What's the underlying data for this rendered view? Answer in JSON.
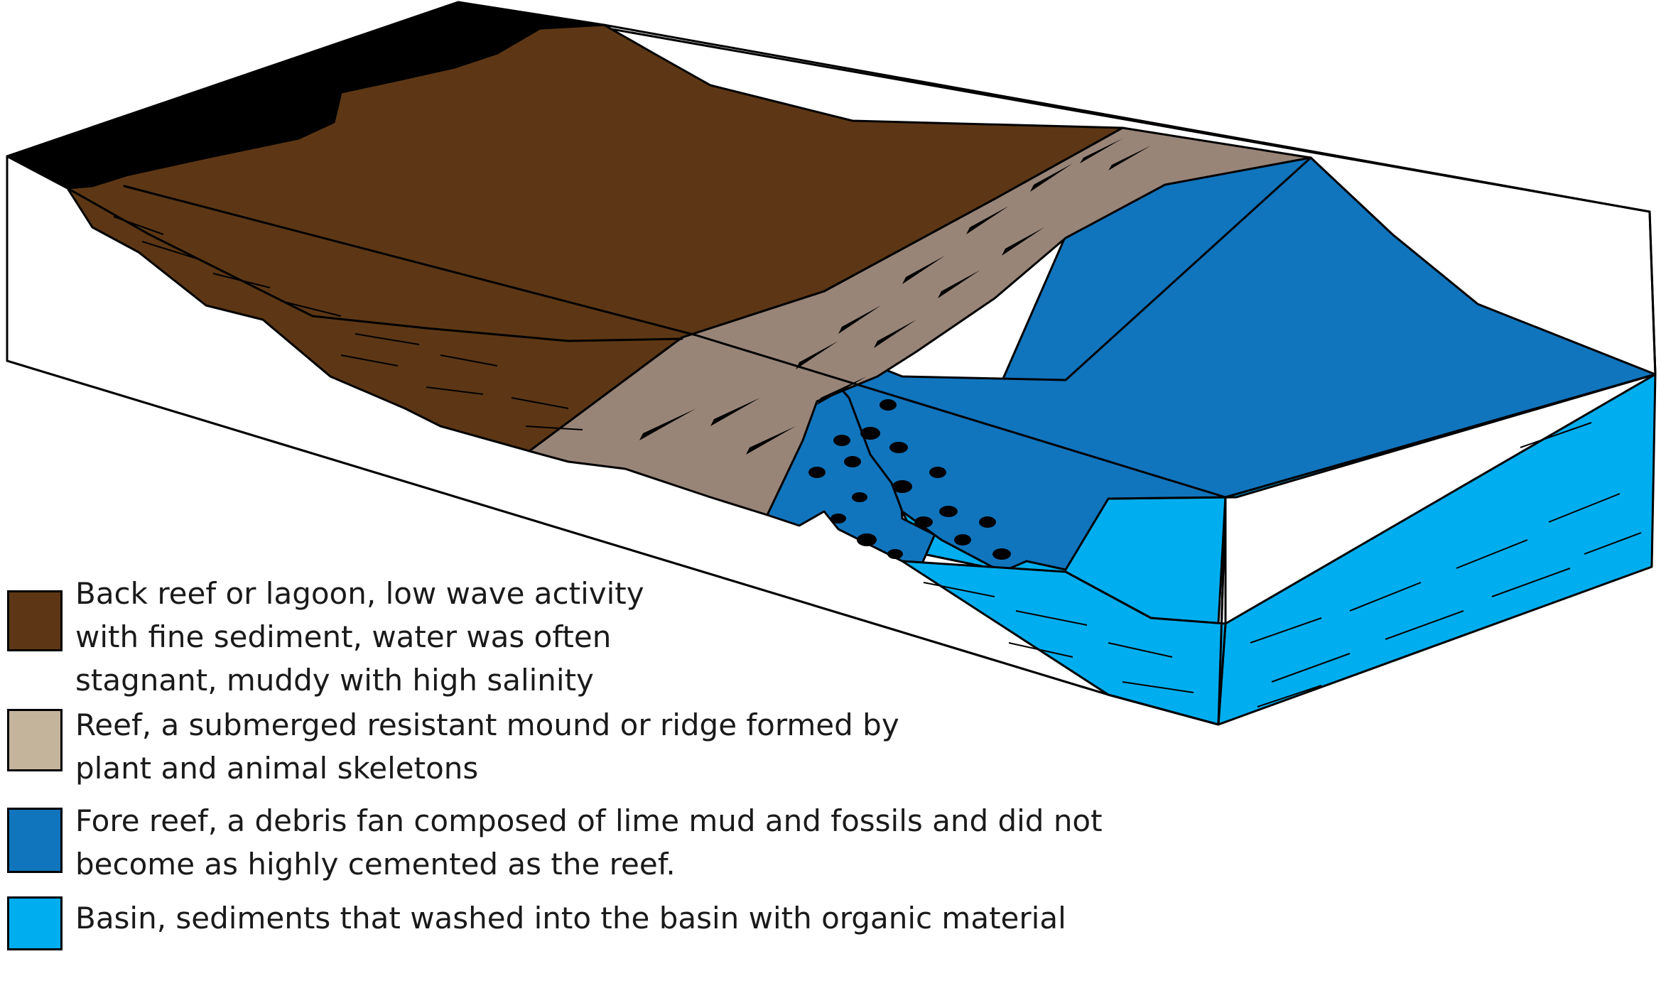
{
  "colors": {
    "back_reef": "#5d3715",
    "reef": "#998578",
    "reef_legend": "#c3b49b",
    "fore_reef": "#1175be",
    "basin": "#00aeef",
    "outline": "#000000"
  },
  "legend": [
    {
      "key": "back_reef",
      "lines": [
        "Back reef or lagoon, low wave activity",
        "with fine sediment, water was often",
        "stagnant, muddy with high salinity"
      ]
    },
    {
      "key": "reef",
      "lines": [
        "Reef, a submerged resistant mound or ridge formed by",
        "plant and animal skeletons"
      ]
    },
    {
      "key": "fore_reef",
      "lines": [
        "Fore reef, a debris fan composed of lime mud and fossils and did not",
        "become as highly cemented as the reef."
      ]
    },
    {
      "key": "basin",
      "lines": [
        "Basin, sediments that washed into the basin with organic material"
      ]
    }
  ]
}
